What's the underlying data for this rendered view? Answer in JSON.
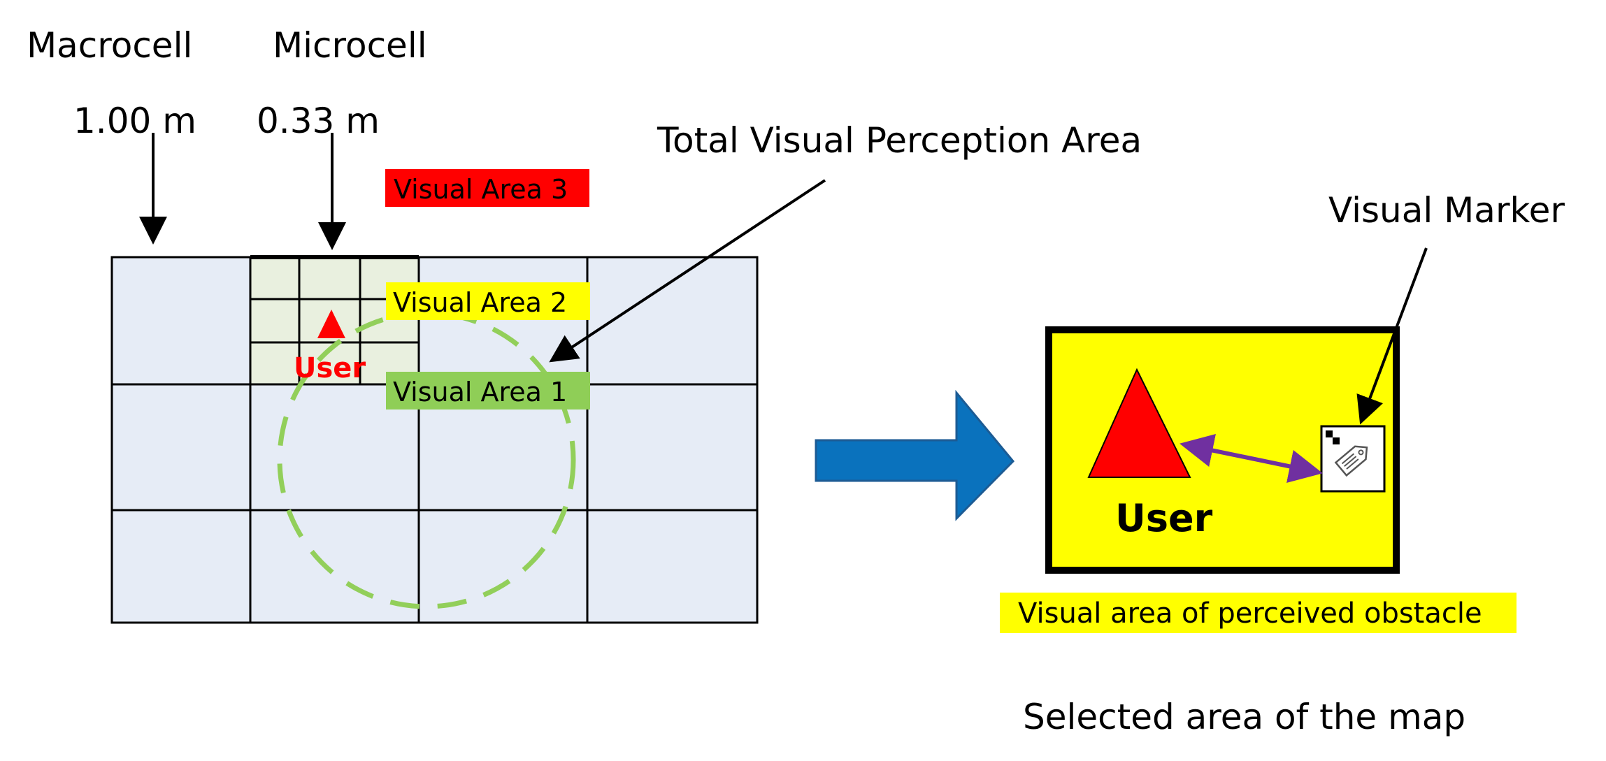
{
  "labels": {
    "macrocell": "Macrocell",
    "microcell": "Microcell",
    "macro_size": "1.00 m",
    "micro_size": "0.33 m",
    "total_area": "Total Visual Perception Area",
    "visual_area_3": "Visual Area 3",
    "visual_area_2": "Visual Area 2",
    "visual_area_1": "Visual Area 1",
    "user_grid": "User",
    "user_panel": "User",
    "visual_marker": "Visual Marker",
    "obstacle_area": "Visual area of perceived obstacle",
    "selected_area": "Selected area of the map"
  },
  "colors": {
    "grid_fill": "#e6ecf6",
    "micro_fill": "#e9f0df",
    "area3": "#ff0000",
    "area2": "#ffff00",
    "area1": "#8fce57",
    "dashed_circle": "#92cf5a",
    "user_triangle": "#ff0000",
    "panel_fill": "#ffff00",
    "big_arrow": "#0a72bd",
    "double_arrow": "#7030a0"
  },
  "icons": {
    "marker": "tag-icon"
  }
}
